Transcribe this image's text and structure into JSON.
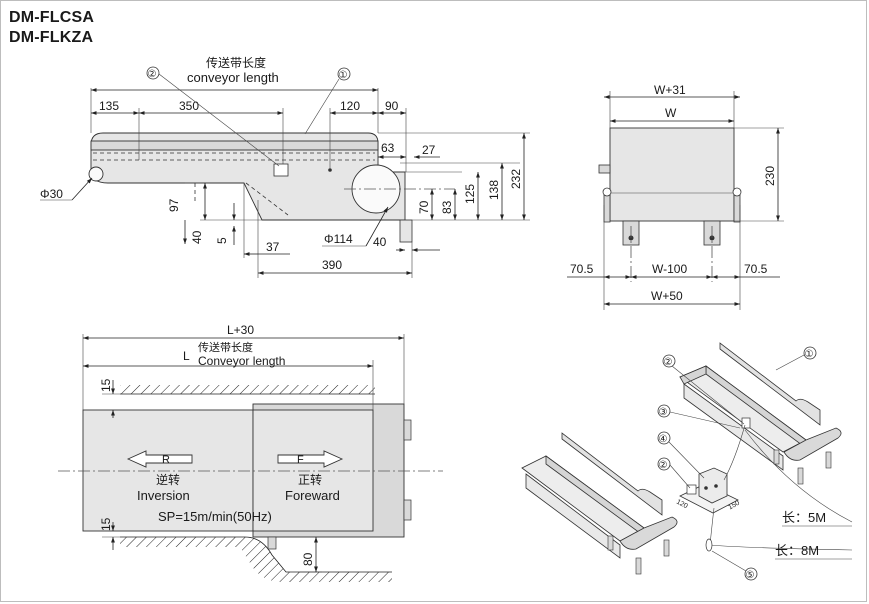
{
  "title": {
    "line1": "DM-FLCSA",
    "line2": "DM-FLKZA"
  },
  "side_view": {
    "conveyor_length_cn": "传送带长度",
    "conveyor_length_en": "conveyor length",
    "callout_1": "①",
    "callout_2": "②",
    "dims": {
      "d135": "135",
      "d350": "350",
      "d120": "120",
      "d90": "90",
      "d63": "63",
      "d27": "27",
      "d232": "232",
      "d138": "138",
      "d125": "125",
      "d83": "83",
      "d70": "70",
      "d97": "97",
      "d40a": "40",
      "d5": "5",
      "d37": "37",
      "d390": "390",
      "d40b": "40",
      "phi30": "Φ30",
      "phi114": "Φ114"
    }
  },
  "end_view": {
    "w31": "W+31",
    "w": "W",
    "h230": "230",
    "left705": "70.5",
    "w100": "W-100",
    "right705": "70.5",
    "w50": "W+50"
  },
  "plan_view": {
    "l30": "L+30",
    "l": "L",
    "len_cn": "传送带长度",
    "len_en": "Conveyor length",
    "d15a": "15",
    "d15b": "15",
    "d80": "80",
    "arrow_r": "R",
    "arrow_f": "F",
    "inv_cn": "逆转",
    "inv_en": "Inversion",
    "fwd_cn": "正转",
    "fwd_en": "Foreward",
    "speed": "SP=15m/min(50Hz)"
  },
  "iso_view": {
    "c1": "①",
    "c2a": "②",
    "c3": "③",
    "c4": "④",
    "c2b": "②",
    "c5": "⑤",
    "len5": "长：5M",
    "len8": "长：8M"
  }
}
